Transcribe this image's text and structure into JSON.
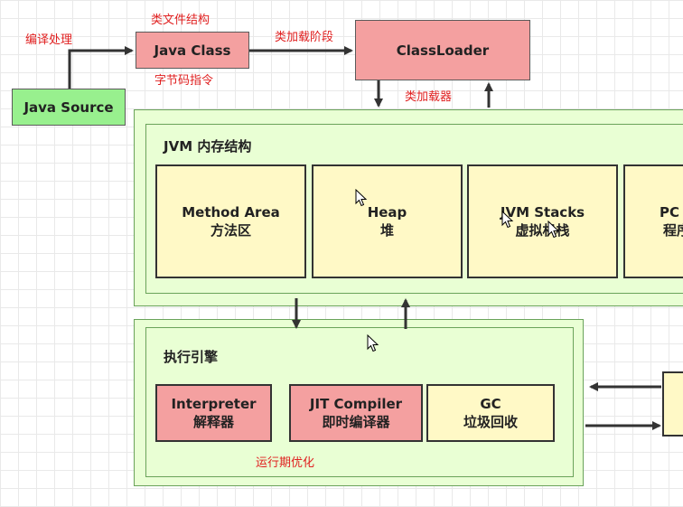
{
  "nodes": {
    "java_source": "Java Source",
    "java_class": "Java Class",
    "classloader": "ClassLoader",
    "interface_box": ""
  },
  "labels": {
    "compile": "编译处理",
    "class_file_structure": "类文件结构",
    "bytecode_instructions": "字节码指令",
    "class_loading_stage": "类加载阶段",
    "class_loader": "类加载器",
    "runtime_optimization": "运行期优化"
  },
  "memory": {
    "title": "JVM 内存结构",
    "areas": [
      {
        "en": "Method Area",
        "zh": "方法区"
      },
      {
        "en": "Heap",
        "zh": "堆"
      },
      {
        "en": "JVM Stacks",
        "zh": "虚拟机栈"
      },
      {
        "en": "PC Register",
        "zh": "程序计数器"
      }
    ]
  },
  "engine": {
    "title": "执行引擎",
    "components": [
      {
        "en": "Interpreter",
        "zh": "解释器"
      },
      {
        "en": "JIT Compiler",
        "zh": "即时编译器"
      },
      {
        "en": "GC",
        "zh": "垃圾回收"
      }
    ]
  },
  "colors": {
    "red_box": "#f4a0a0",
    "green_box": "#98f08e",
    "yellow_box": "#fff9c6",
    "panel": "#e9ffd4",
    "label_red": "#e02020",
    "arrow": "#333333"
  }
}
